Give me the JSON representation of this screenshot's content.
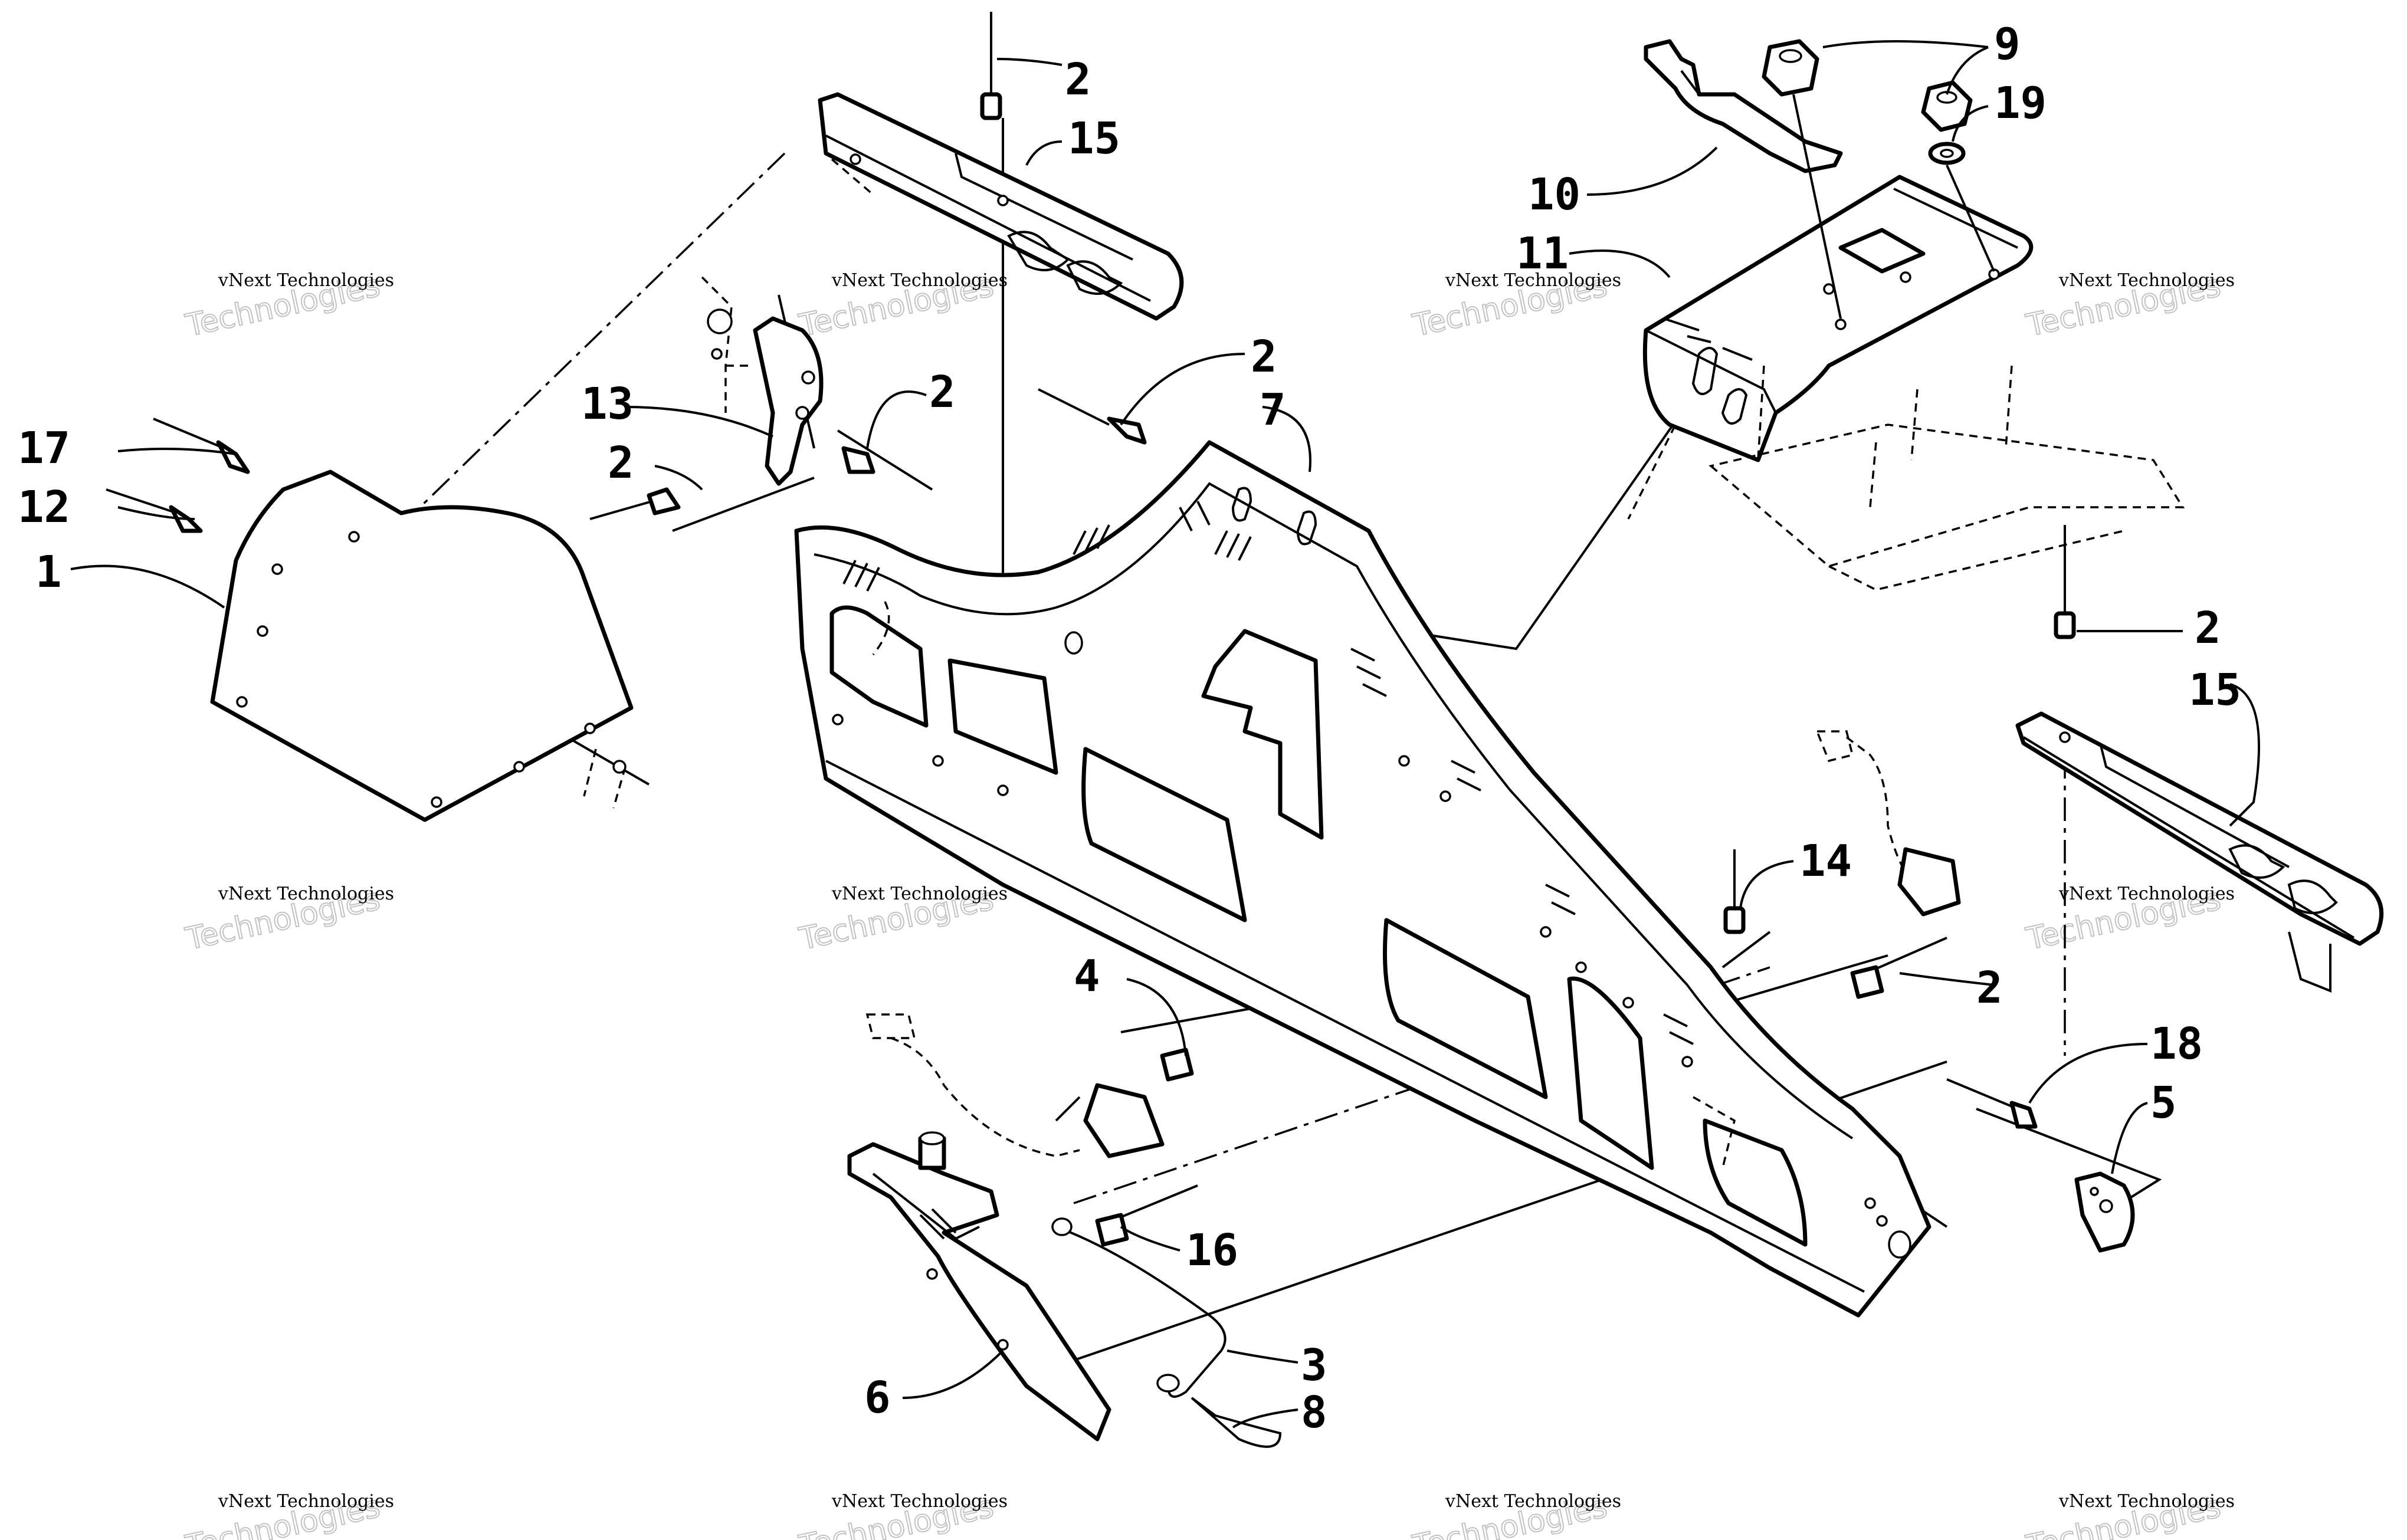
{
  "watermark": {
    "line1": "vNext Technologies",
    "line2": "Technologies"
  },
  "callouts": [
    {
      "id": "c1",
      "label": "1"
    },
    {
      "id": "c2a",
      "label": "2"
    },
    {
      "id": "c2b",
      "label": "2"
    },
    {
      "id": "c2c",
      "label": "2"
    },
    {
      "id": "c2d",
      "label": "2"
    },
    {
      "id": "c2e",
      "label": "2"
    },
    {
      "id": "c2f",
      "label": "2"
    },
    {
      "id": "c3",
      "label": "3"
    },
    {
      "id": "c4",
      "label": "4"
    },
    {
      "id": "c5",
      "label": "5"
    },
    {
      "id": "c6",
      "label": "6"
    },
    {
      "id": "c7",
      "label": "7"
    },
    {
      "id": "c8",
      "label": "8"
    },
    {
      "id": "c9",
      "label": "9"
    },
    {
      "id": "c10",
      "label": "10"
    },
    {
      "id": "c11",
      "label": "11"
    },
    {
      "id": "c12",
      "label": "12"
    },
    {
      "id": "c13",
      "label": "13"
    },
    {
      "id": "c14",
      "label": "14"
    },
    {
      "id": "c15a",
      "label": "15"
    },
    {
      "id": "c15b",
      "label": "15"
    },
    {
      "id": "c16",
      "label": "16"
    },
    {
      "id": "c17",
      "label": "17"
    },
    {
      "id": "c18",
      "label": "18"
    },
    {
      "id": "c19",
      "label": "19"
    }
  ]
}
